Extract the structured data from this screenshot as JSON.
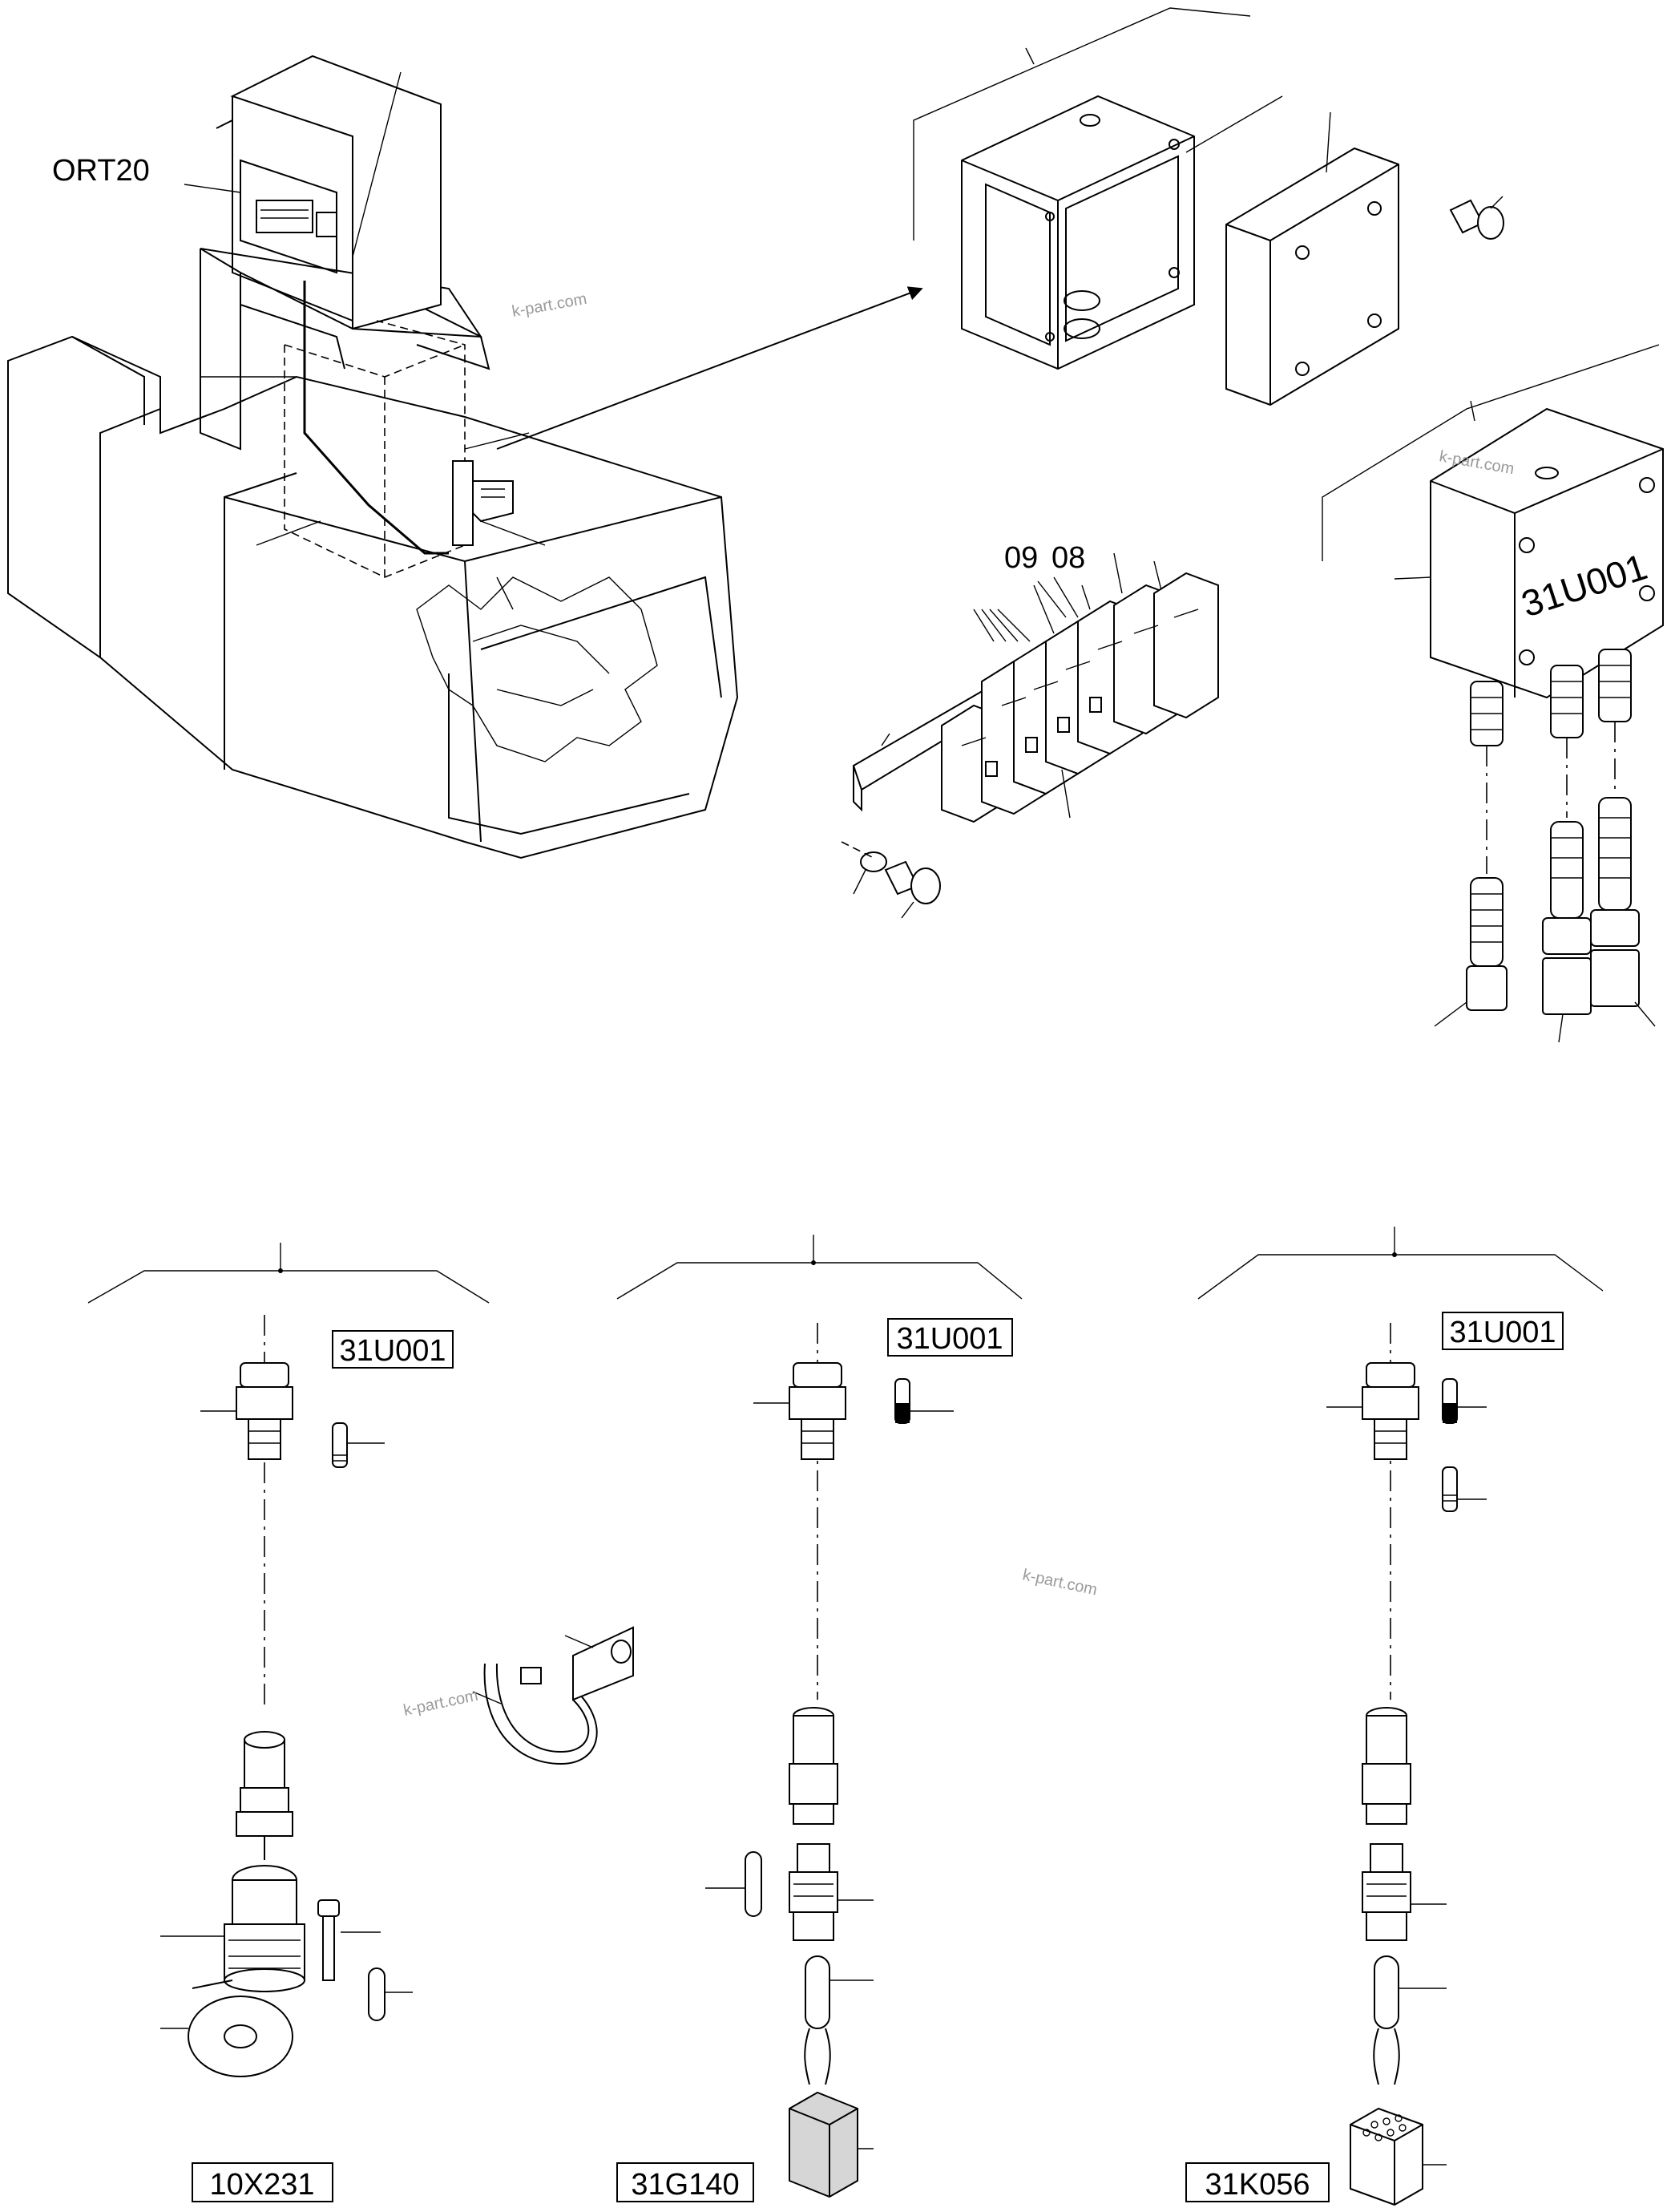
{
  "labels": {
    "ort20": "ORT20",
    "n09": "09",
    "n08": "08",
    "junction_box_text": "31U001"
  },
  "boxed_labels": {
    "kit1_top": "31U001",
    "kit2_top": "31U001",
    "kit3_top": "31U001",
    "kit1_bottom": "10X231",
    "kit2_bottom": "31G140",
    "kit3_bottom": "31K056"
  },
  "watermark": {
    "w1": "k-part.com",
    "w2": "k-part.com",
    "w3": "k-part.com",
    "w4": "k-part.com"
  }
}
